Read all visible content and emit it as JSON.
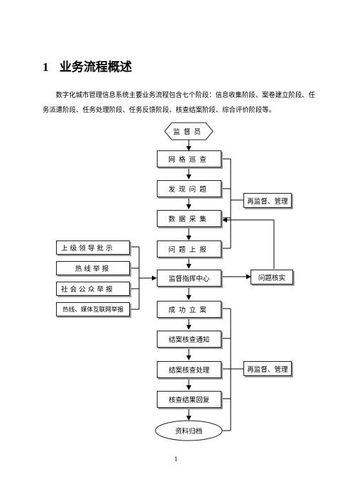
{
  "heading": {
    "number": "1",
    "title": "业务流程概述"
  },
  "intro": "数字化城市管理信息系统主要业务流程包含七个阶段：信息收集阶段、案卷建立阶段、任务派遣阶段、任务处理阶段、任务反馈阶段、核查结案阶段、综合评价阶段等。",
  "flow": {
    "start": "监督员",
    "main_steps": [
      "网格巡查",
      "发现问题",
      "数据采集",
      "问题上报",
      "监督指挥中心",
      "成功立案",
      "结案核查通知",
      "结案核查处理",
      "核查结果回复"
    ],
    "end": "资料归档",
    "left_sources": [
      "上级领导批示",
      "热线举报",
      "社会公众举报",
      "热线、媒体互联网举报"
    ],
    "right_notes": {
      "supervise_top": "再监督、管理",
      "verify": "问题核实",
      "supervise_bottom": "再监督、管理"
    }
  },
  "page_number": "1"
}
